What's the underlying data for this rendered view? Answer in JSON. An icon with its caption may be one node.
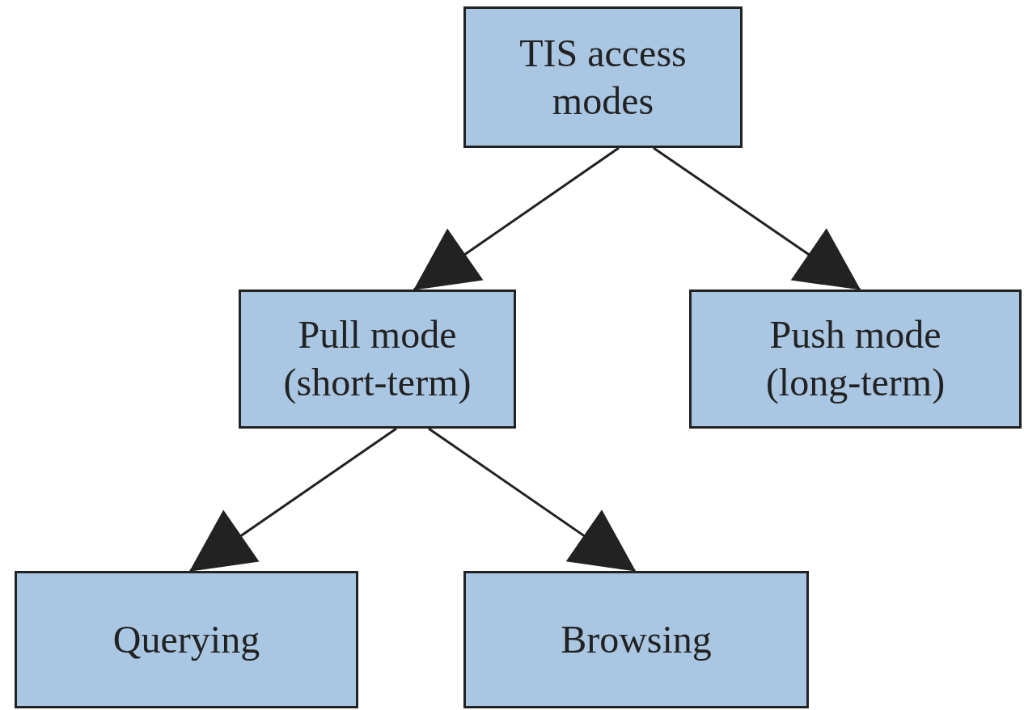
{
  "diagram": {
    "nodes": [
      {
        "text": [
          "TIS access modes"
        ]
      },
      {
        "text": [
          "Pull mode (short-term)"
        ]
      },
      {
        "text": [
          "Push mode (long-term)"
        ]
      },
      {
        "text": [
          "Querying"
        ]
      },
      {
        "text": [
          "Browsing"
        ]
      }
    ],
    "edges": [
      {
        "from": 0,
        "to": 1,
        "arrow": "to"
      },
      {
        "from": 0,
        "to": 2,
        "arrow": "to"
      },
      {
        "from": 1,
        "to": 3,
        "arrow": "to"
      },
      {
        "from": 1,
        "to": 4,
        "arrow": "to"
      }
    ]
  }
}
